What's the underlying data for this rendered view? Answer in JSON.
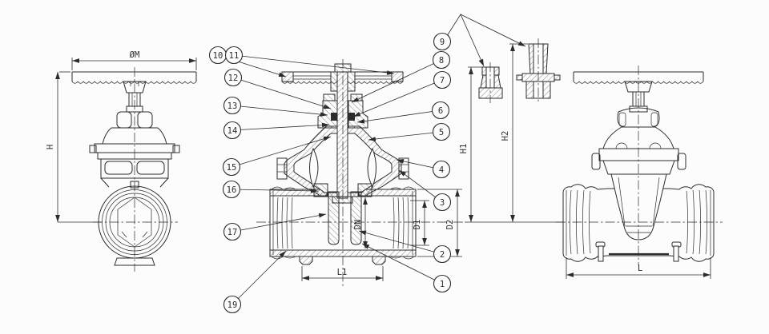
{
  "meta": {
    "background": "#fcfcfc",
    "line_color": "#2c2c2c",
    "drawing_type": "gate-valve-sectional-drawing"
  },
  "dimensions": {
    "wheel_diameter": "ØM",
    "overall_height": "H",
    "detail_height_1": "H1",
    "detail_height_2": "H2",
    "nominal_bore": "DN",
    "socket_inner_diameter": "D1",
    "socket_outer_diameter": "D2",
    "port_spacing": "L1",
    "face_to_face_length": "L"
  },
  "callouts": {
    "c1": "1",
    "c2": "2",
    "c3": "3",
    "c4": "4",
    "c5": "5",
    "c6": "6",
    "c7": "7",
    "c8": "8",
    "c9": "9",
    "c10": "10",
    "c11": "11",
    "c12": "12",
    "c13": "13",
    "c14": "14",
    "c15": "15",
    "c16": "16",
    "c17": "17",
    "c19": "19"
  }
}
